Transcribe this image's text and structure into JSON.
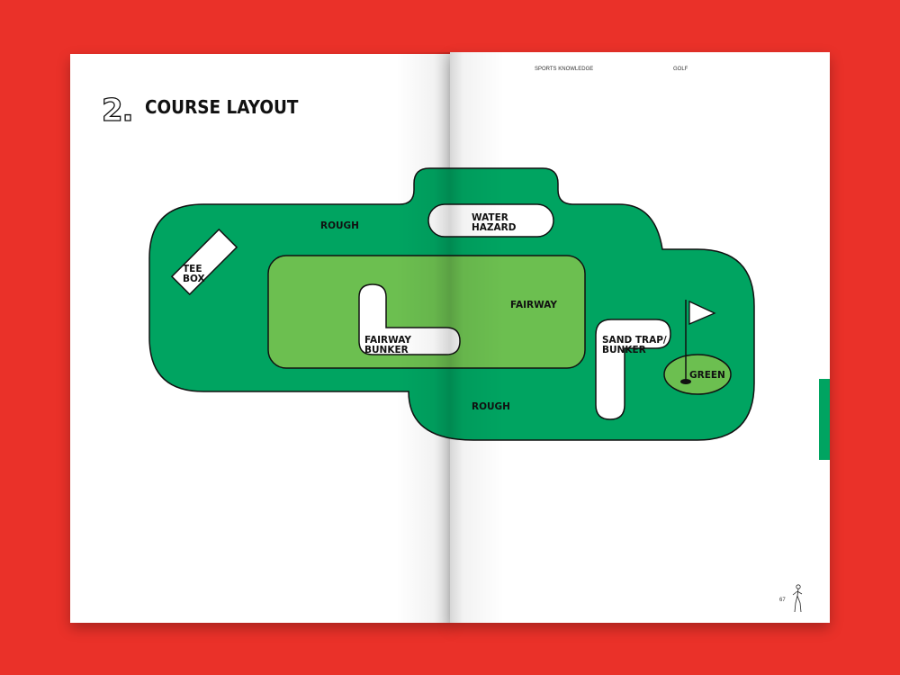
{
  "section": {
    "number": "2.",
    "title": "COURSE LAYOUT"
  },
  "running_head": {
    "left": "SPORTS KNOWLEDGE",
    "right": "GOLF"
  },
  "page_number": "67",
  "colors": {
    "background": "#ea3129",
    "rough": "#00a461",
    "fairway": "#6cbf50",
    "green": "#6cbf50",
    "hazard_fill": "#ffffff",
    "outline": "#111111",
    "tab": "#00a461"
  },
  "course": {
    "labels": {
      "rough_top": "ROUGH",
      "rough_bottom": "ROUGH",
      "water_line1": "WATER",
      "water_line2": "HAZARD",
      "tee_line1": "TEE",
      "tee_line2": "BOX",
      "fairway": "FAIRWAY",
      "bunker_line1": "FAIRWAY",
      "bunker_line2": "BUNKER",
      "sand_line1": "SAND TRAP/",
      "sand_line2": "BUNKER",
      "green": "GREEN"
    },
    "icons": [
      "flag-icon",
      "hole-icon",
      "golfer-icon"
    ]
  }
}
